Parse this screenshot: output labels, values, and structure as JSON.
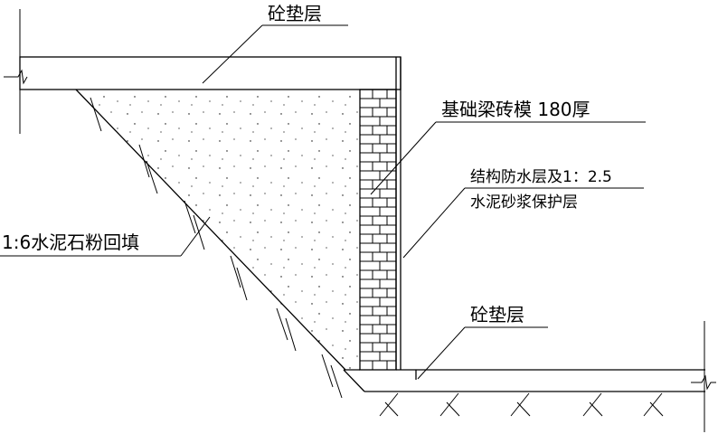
{
  "labels": {
    "top_concrete_cushion": "砼垫层",
    "foundation_beam_brick_formwork": "基础梁砖模 180厚",
    "waterproof_line1": "结构防水层及1：2.5",
    "waterproof_line2": "水泥砂浆保护层",
    "backfill": "1:6水泥石粉回填",
    "bottom_concrete_cushion": "砼垫层"
  }
}
